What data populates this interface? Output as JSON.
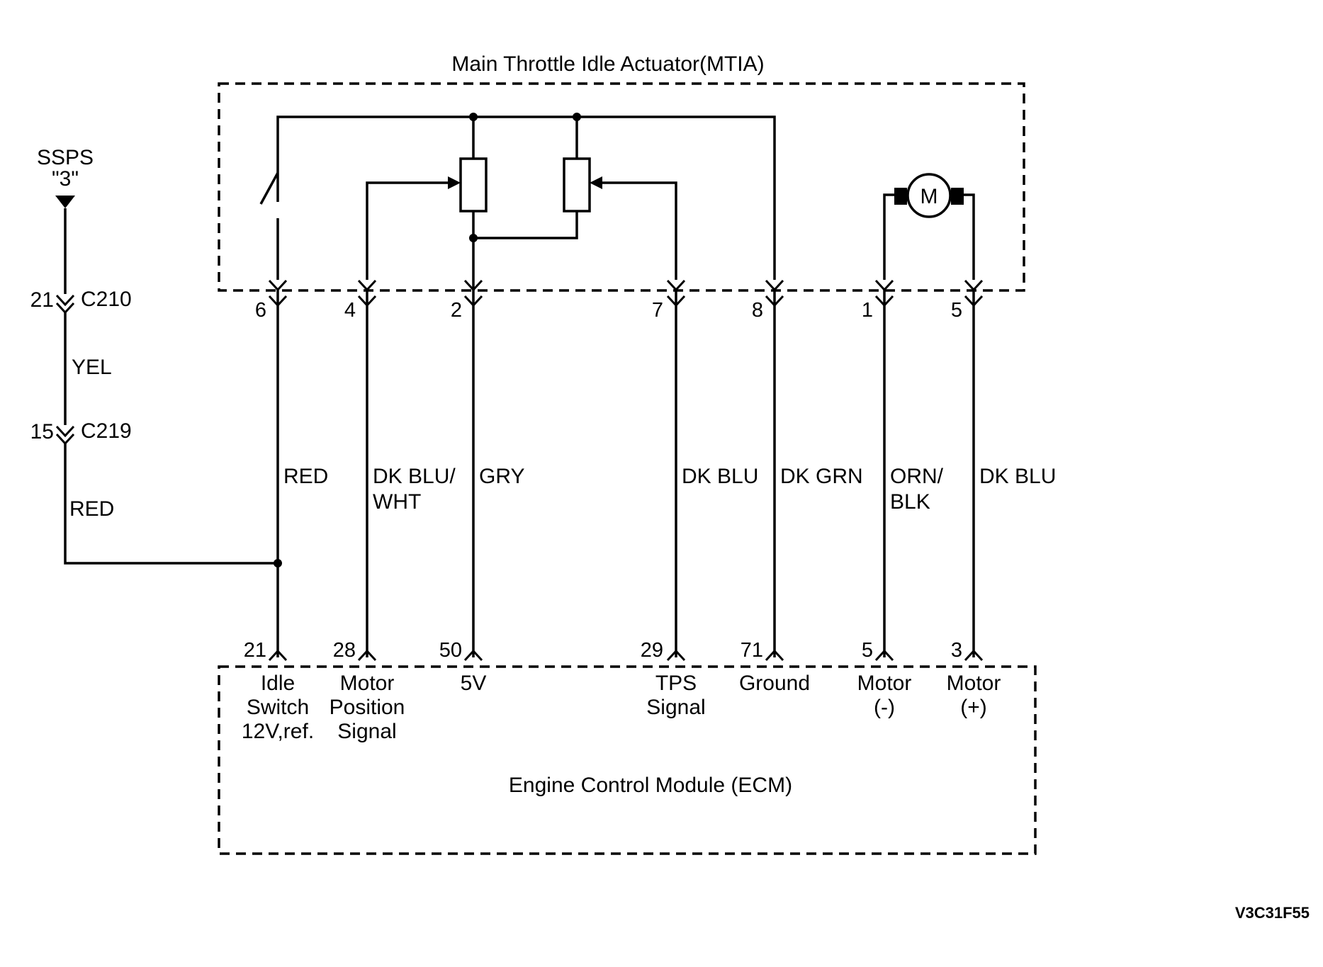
{
  "mtia": {
    "title": "Main Throttle Idle Actuator(MTIA)",
    "motor_symbol": "M"
  },
  "ssps": {
    "name": "SSPS",
    "pin": "\"3\""
  },
  "left_harness": {
    "upper": {
      "pin": "21",
      "connector": "C210"
    },
    "wire_yel": "YEL",
    "lower": {
      "pin": "15",
      "connector": "C219"
    },
    "wire_red": "RED"
  },
  "mtia_pins": [
    {
      "pin": "6",
      "wire": [
        "RED"
      ]
    },
    {
      "pin": "4",
      "wire": [
        "DK BLU/",
        "WHT"
      ]
    },
    {
      "pin": "2",
      "wire": [
        "GRY"
      ]
    },
    {
      "pin": "7",
      "wire": [
        "DK BLU"
      ]
    },
    {
      "pin": "8",
      "wire": [
        "DK GRN"
      ]
    },
    {
      "pin": "1",
      "wire": [
        "ORN/",
        "BLK"
      ]
    },
    {
      "pin": "5",
      "wire": [
        "DK BLU"
      ]
    }
  ],
  "ecm": {
    "title": "Engine Control Module (ECM)",
    "pins": [
      {
        "pin": "21",
        "label": [
          "Idle",
          "Switch",
          "12V,ref."
        ]
      },
      {
        "pin": "28",
        "label": [
          "Motor",
          "Position",
          "Signal"
        ]
      },
      {
        "pin": "50",
        "label": [
          "5V"
        ]
      },
      {
        "pin": "29",
        "label": [
          "TPS",
          "Signal"
        ]
      },
      {
        "pin": "71",
        "label": [
          "Ground"
        ]
      },
      {
        "pin": "5",
        "label": [
          "Motor",
          "(-)"
        ]
      },
      {
        "pin": "3",
        "label": [
          "Motor",
          "(+)"
        ]
      }
    ]
  },
  "figure_id": "V3C31F55"
}
